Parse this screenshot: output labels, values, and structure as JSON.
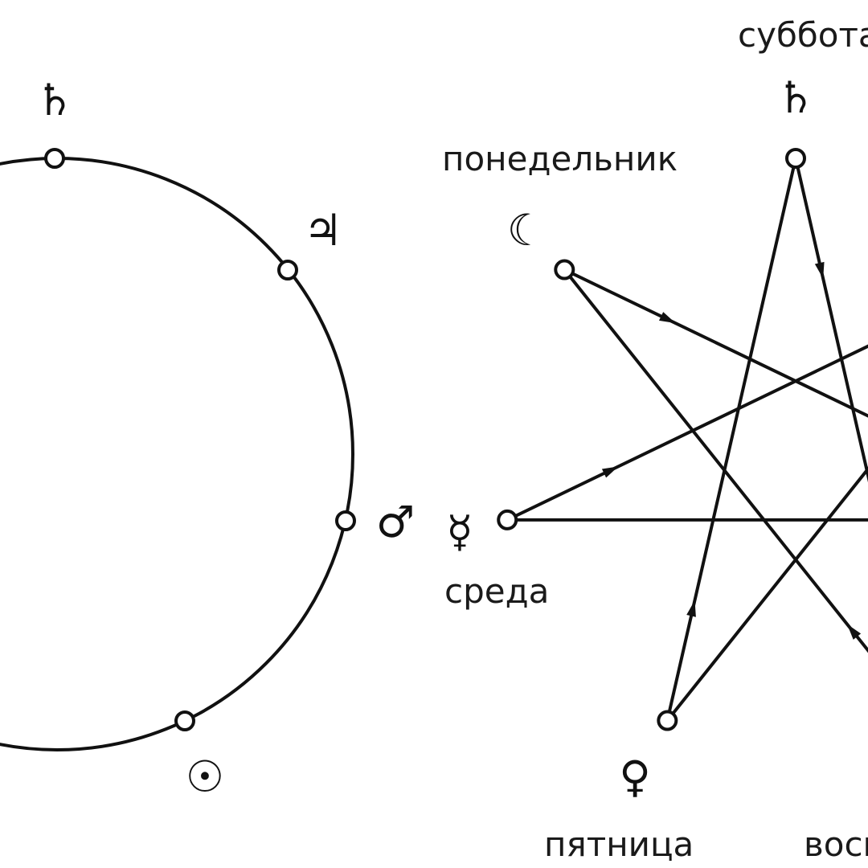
{
  "left_diagram": {
    "planets": [
      {
        "id": "saturn",
        "symbol": "♄"
      },
      {
        "id": "jupiter",
        "symbol": "♃"
      },
      {
        "id": "mars",
        "symbol": "♂"
      },
      {
        "id": "sun",
        "symbol": "☉"
      }
    ]
  },
  "right_diagram": {
    "planets": [
      {
        "id": "saturn",
        "symbol": "♄",
        "day": "суббота"
      },
      {
        "id": "moon",
        "symbol": "☾",
        "day": "понедельник"
      },
      {
        "id": "mercury",
        "symbol": "☿",
        "day": "среда"
      },
      {
        "id": "venus",
        "symbol": "♀",
        "day": "пятница"
      },
      {
        "id": "sun",
        "day": "воскресенье"
      }
    ]
  },
  "colors": {
    "ink": "#111111",
    "background": "#ffffff"
  }
}
